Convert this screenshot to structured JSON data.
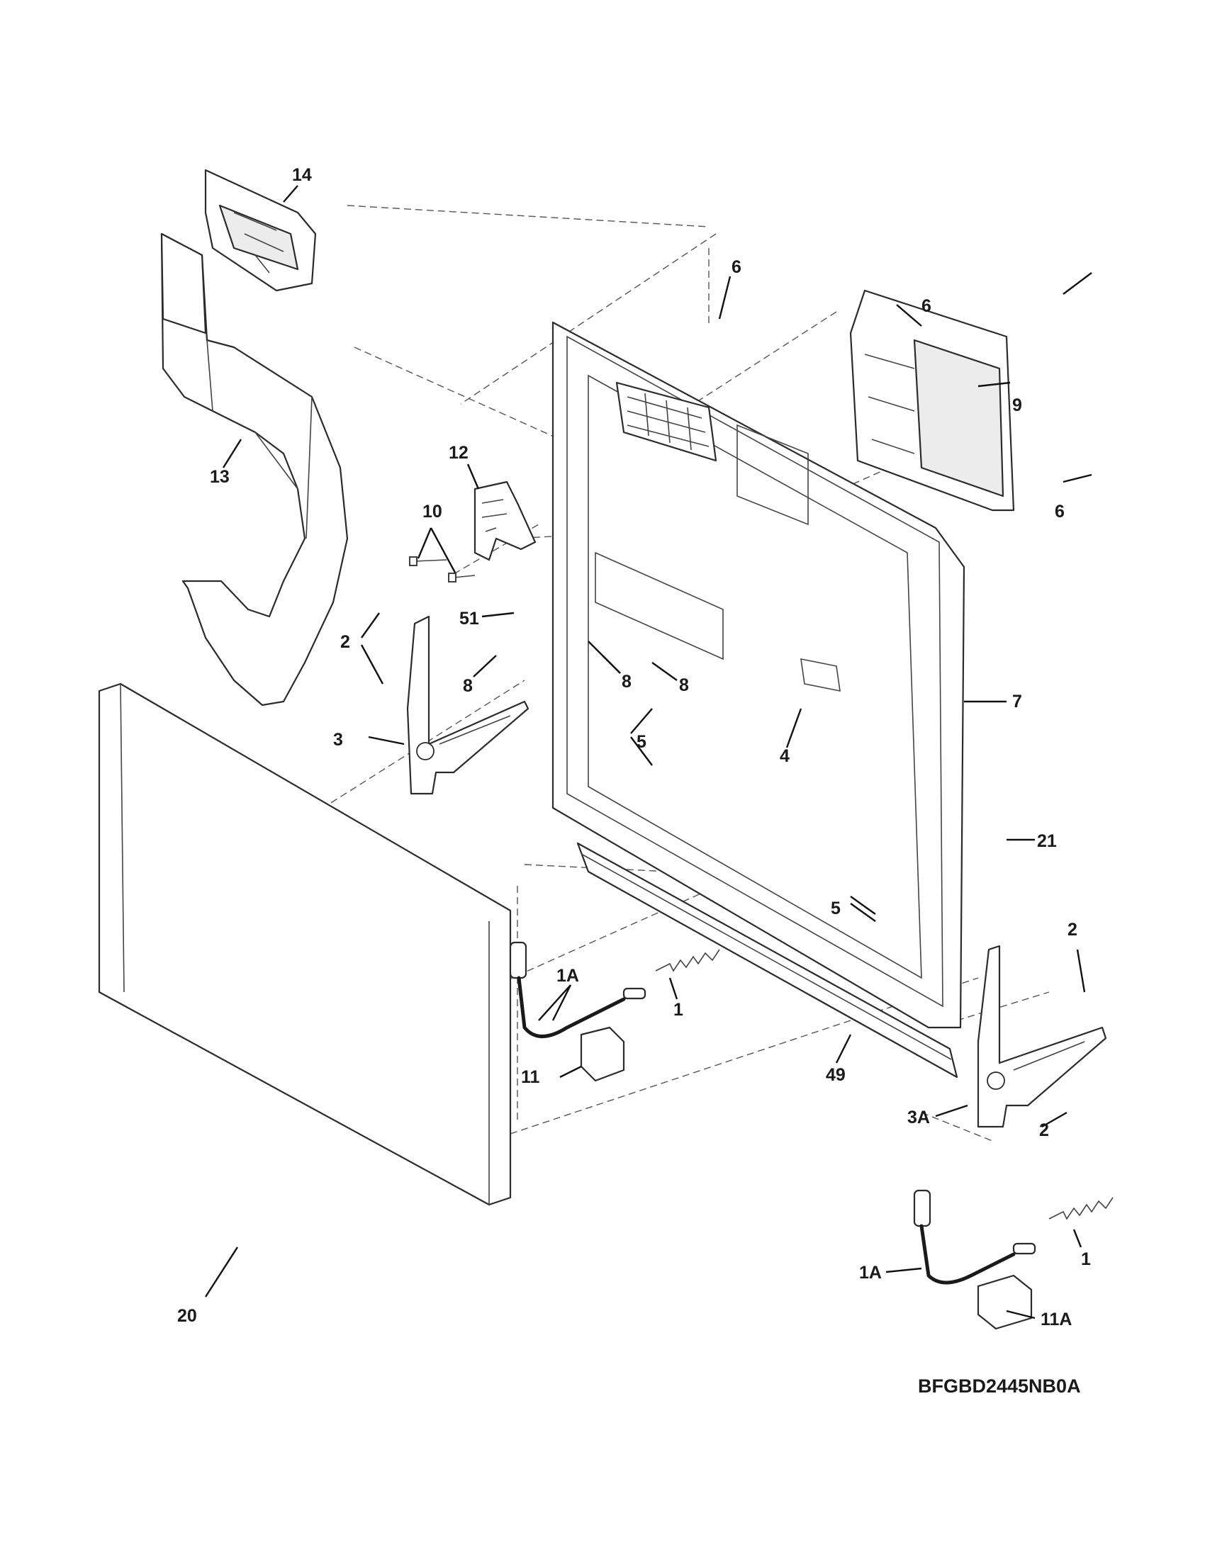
{
  "diagram": {
    "code": "BFGBD2445NB0A",
    "callouts": [
      {
        "id": "c14",
        "label": "14"
      },
      {
        "id": "c13",
        "label": "13"
      },
      {
        "id": "c12",
        "label": "12"
      },
      {
        "id": "c10",
        "label": "10"
      },
      {
        "id": "c51",
        "label": "51"
      },
      {
        "id": "c2a",
        "label": "2"
      },
      {
        "id": "c8a",
        "label": "8"
      },
      {
        "id": "c8b",
        "label": "8"
      },
      {
        "id": "c8c",
        "label": "8"
      },
      {
        "id": "c3",
        "label": "3"
      },
      {
        "id": "c6a",
        "label": "6"
      },
      {
        "id": "c6b",
        "label": "6"
      },
      {
        "id": "c6c",
        "label": "6"
      },
      {
        "id": "c9",
        "label": "9"
      },
      {
        "id": "c7",
        "label": "7"
      },
      {
        "id": "c4",
        "label": "4"
      },
      {
        "id": "c5a",
        "label": "5"
      },
      {
        "id": "c5b",
        "label": "5"
      },
      {
        "id": "c21",
        "label": "21"
      },
      {
        "id": "c2b",
        "label": "2"
      },
      {
        "id": "c2c",
        "label": "2"
      },
      {
        "id": "c1Aa",
        "label": "1A"
      },
      {
        "id": "c1a",
        "label": "1"
      },
      {
        "id": "c11",
        "label": "11"
      },
      {
        "id": "c49",
        "label": "49"
      },
      {
        "id": "c3A",
        "label": "3A"
      },
      {
        "id": "c20",
        "label": "20"
      },
      {
        "id": "c1Ab",
        "label": "1A"
      },
      {
        "id": "c1b",
        "label": "1"
      },
      {
        "id": "c11A",
        "label": "11A"
      }
    ]
  }
}
